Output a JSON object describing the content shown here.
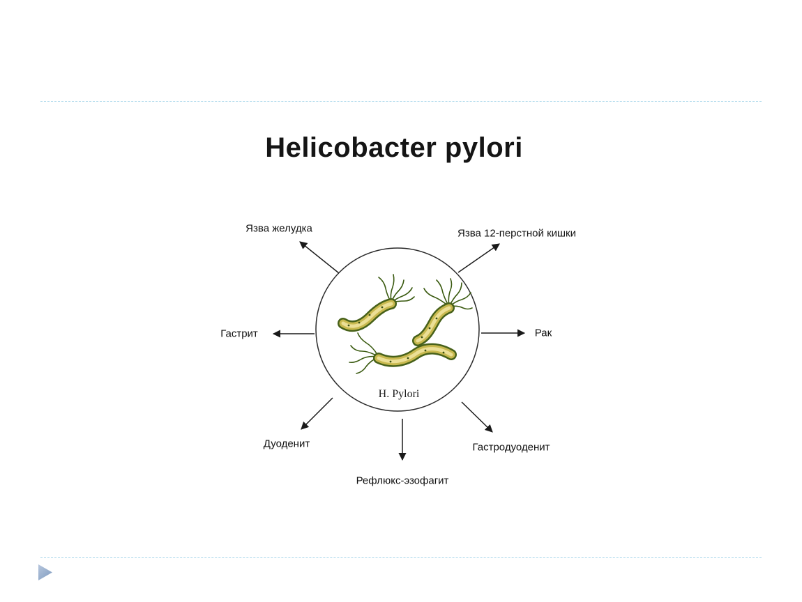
{
  "slide": {
    "title": "Helicobacter pylori"
  },
  "diagram": {
    "center_label": "H. Pylori",
    "labels": {
      "top_left": "Язва желудка",
      "top_right": "Язва 12-перстной кишки",
      "left": "Гастрит",
      "right": "Рак",
      "bottom_left": "Дуоденит",
      "bottom_right": "Гастродуоденит",
      "bottom": "Рефлюкс-эзофагит"
    }
  },
  "icons": {
    "nav_triangle": "right-pointing-triangle"
  },
  "colors": {
    "dashed_border": "#aed9ec",
    "arrow": "#1a1a1a",
    "circle_outline": "#2a2a2a",
    "nav_triangle_dark": "#7d9abf",
    "nav_triangle_light": "#b7c6dd",
    "bacteria_outline": "#47611a",
    "bacteria_body": "#c8b94f",
    "bacteria_highlight": "#ecdf96",
    "flagella": "#3a5a10"
  }
}
